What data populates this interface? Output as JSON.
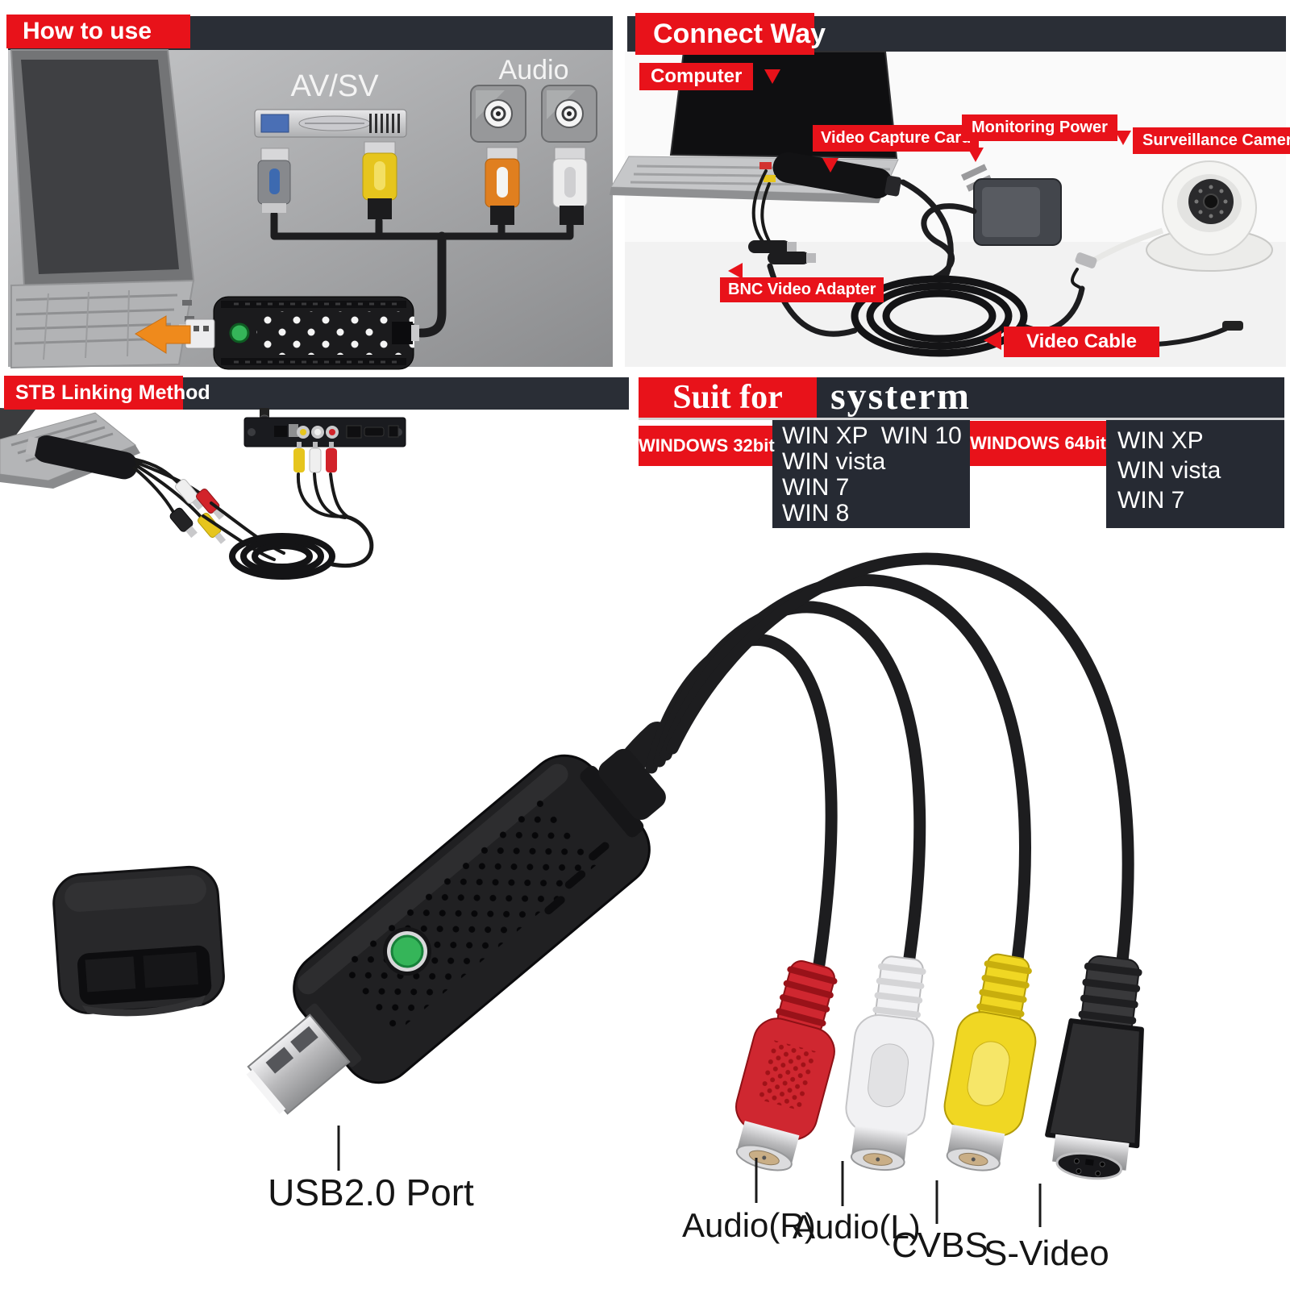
{
  "colors": {
    "red": "#e8121a",
    "dark_bar": "#2a2e36",
    "cell_dark": "#262a33",
    "orange_arrow": "#ef8a1c",
    "led_green": "#35b559",
    "rca_red": "#cf2730",
    "rca_white": "#f1f1f3",
    "rca_yellow": "#f0d723",
    "connector_black": "#2e2e30",
    "cable_black": "#1d1d1f",
    "metal_silver": "#c9c9cb",
    "text_dark": "#151515",
    "text_white": "#ffffff"
  },
  "panel_how_to_use": {
    "banner": "How to use",
    "label_avsv": "AV/SV",
    "label_audio": "Audio"
  },
  "panel_connect_way": {
    "banner": "Connect Way",
    "computer": "Computer",
    "video_capture_card": "Video Capture Card",
    "monitoring_power": "Monitoring Power",
    "surveillance_camera": "Surveillance Camera",
    "bnc_video_adapter": "BNC Video Adapter",
    "video_cable": "Video Cable"
  },
  "panel_stb": {
    "banner": "STB Linking Method"
  },
  "suit_for": {
    "title_highlight": "Suit for",
    "title_rest": "systerm",
    "col1_header": "WINDOWS 32bit",
    "col1_rows": [
      "WIN XP  WIN 10",
      "WIN vista",
      "WIN 7",
      "WIN 8"
    ],
    "col2_header": "WINDOWS 64bit",
    "col2_rows": [
      "WIN XP",
      "WIN vista",
      "WIN 7"
    ]
  },
  "product": {
    "usb_label": "USB2.0 Port",
    "audio_r": "Audio(R)",
    "audio_l": "Audio(L)",
    "cvbs": "CVBS",
    "svideo": "S-Video"
  }
}
